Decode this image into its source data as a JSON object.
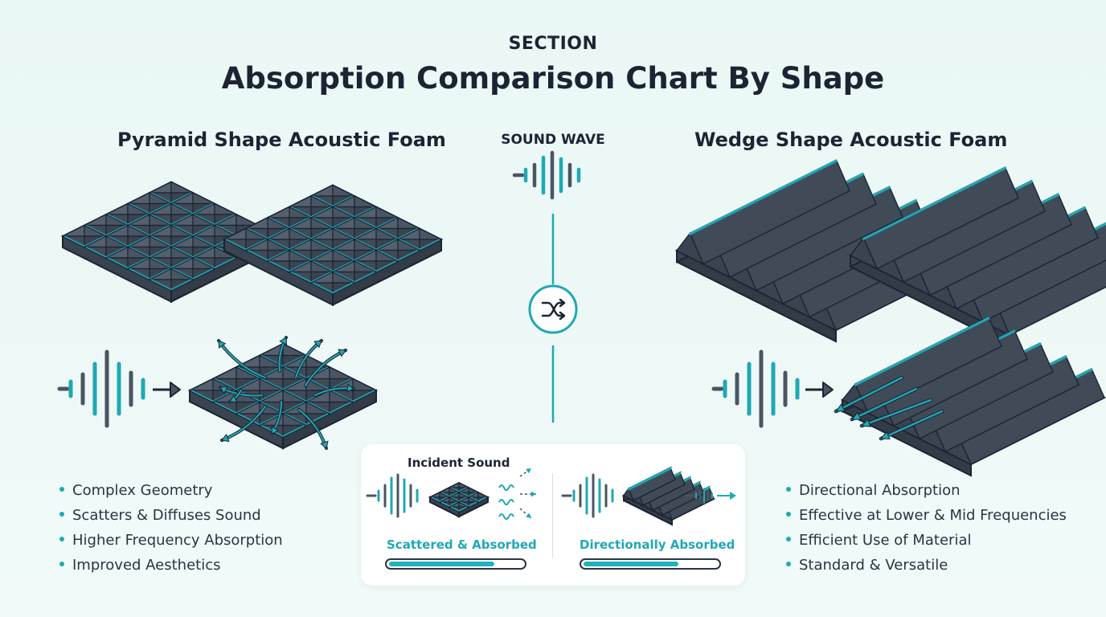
{
  "header": {
    "section_label": "SECTION",
    "title": "Absorption Comparison Chart By Shape"
  },
  "pyramid": {
    "title": "Pyramid Shape Acoustic Foam",
    "bullets": [
      "Complex Geometry",
      "Scatters & Diffuses Sound",
      "Higher Frequency Absorption",
      "Improved Aesthetics"
    ]
  },
  "wedge": {
    "title": "Wedge Shape Acoustic Foam",
    "bullets": [
      "Directional Absorption",
      "Effective at Lower & Mid Frequencies",
      "Efficient Use of Material",
      "Standard & Versatile"
    ]
  },
  "center": {
    "label": "SOUND WAVE",
    "icon": "shuffle-icon"
  },
  "comparison_card": {
    "incident_label": "Incident Sound",
    "pyramid_result": {
      "label": "Scattered & Absorbed",
      "level": 0.8
    },
    "wedge_result": {
      "label": "Directionally Absorbed",
      "level": 0.72
    }
  },
  "colors": {
    "teal": "#1fa8b4",
    "foam": "#4a5563",
    "foam_top": "#3e4856",
    "outline": "#1c2434",
    "background": "#e9f7f5"
  }
}
